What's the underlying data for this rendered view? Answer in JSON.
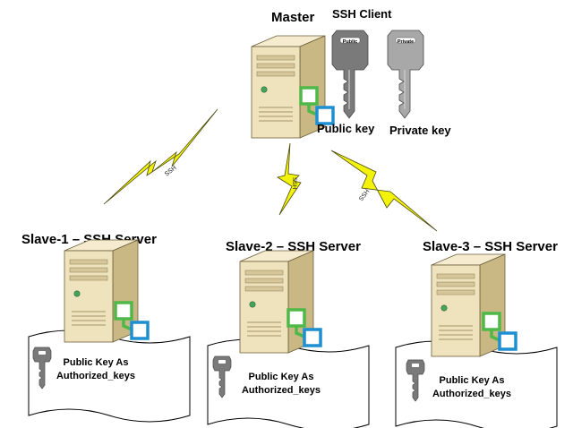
{
  "master": {
    "title": "Master",
    "client_label": "SSH Client",
    "public_key_tag": "Public",
    "private_key_tag": "Private",
    "public_key_label": "Public key",
    "private_key_label": "Private key"
  },
  "links": [
    {
      "label": "SSH"
    },
    {
      "label": "SSH"
    },
    {
      "label": "SSH"
    }
  ],
  "slaves": [
    {
      "title": "Slave-1 – SSH Server",
      "note_line1": "Public Key As",
      "note_line2": "Authorized_keys"
    },
    {
      "title": "Slave-2 – SSH Server",
      "note_line1": "Public Key As",
      "note_line2": "Authorized_keys"
    },
    {
      "title": "Slave-3 – SSH Server",
      "note_line1": "Public Key As",
      "note_line2": "Authorized_keys"
    }
  ],
  "colors": {
    "server_body": "#efe3bd",
    "server_side": "#c9b884",
    "lightning": "#f2f20a",
    "connector_green": "#4fb848",
    "connector_blue": "#1e8fd0",
    "key_dark": "#7a7a7a",
    "key_light": "#a8a8a8"
  },
  "icons": [
    "server-icon",
    "network-connector-icon",
    "key-icon",
    "lightning-icon",
    "document-icon"
  ]
}
